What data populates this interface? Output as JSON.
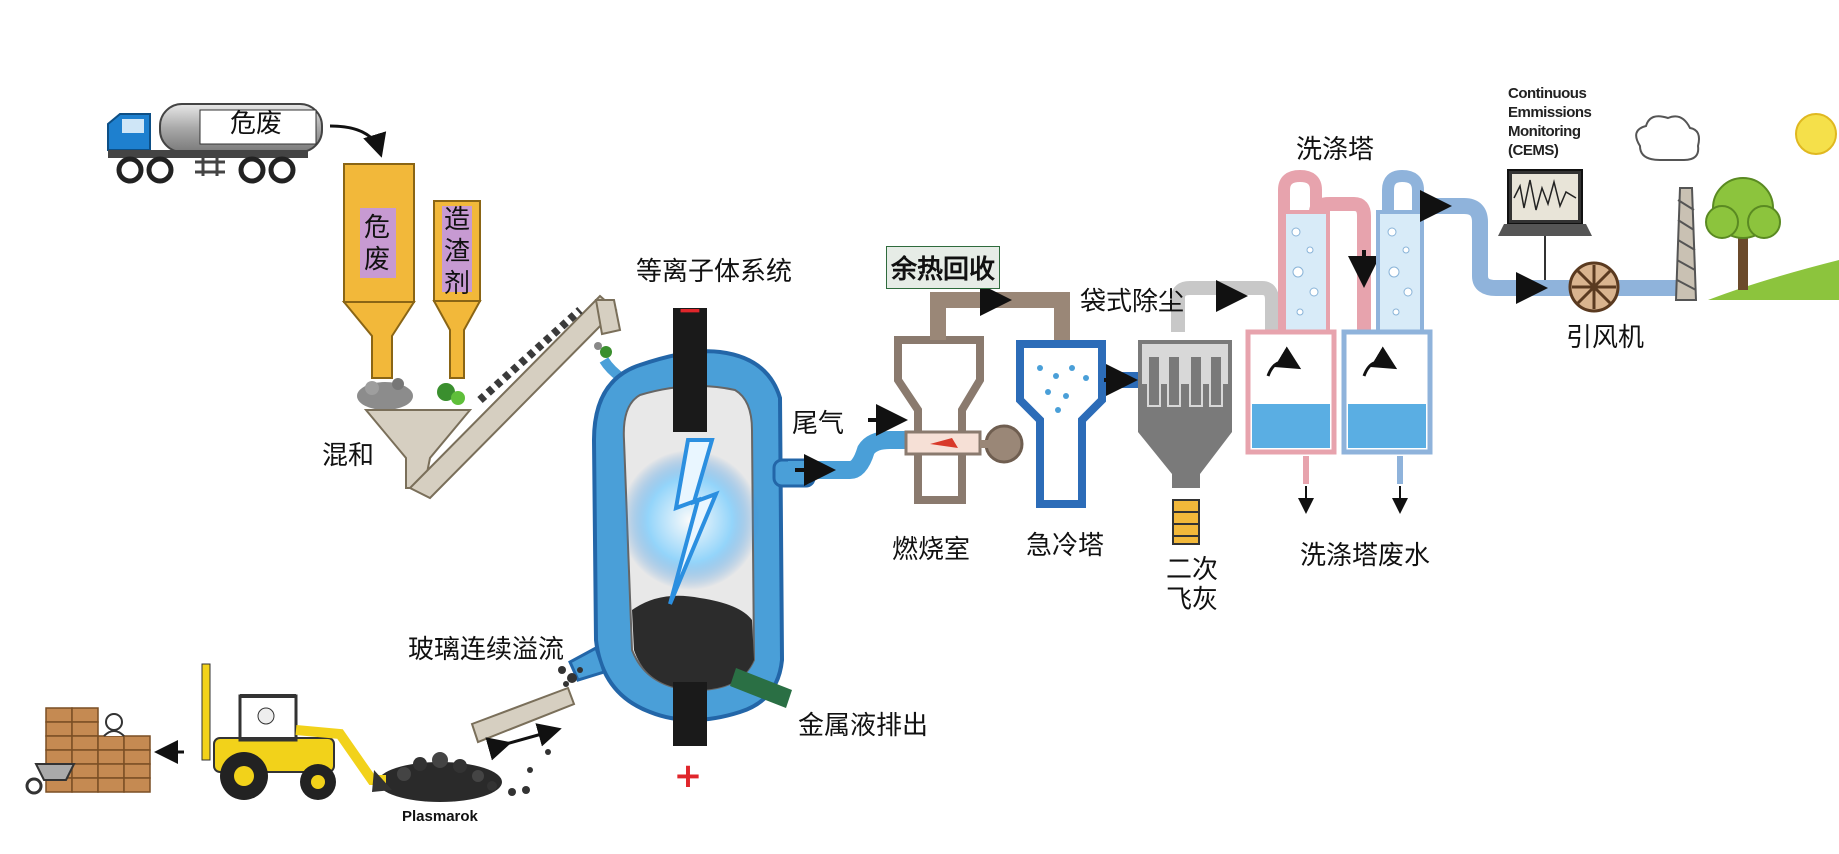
{
  "labels": {
    "truck": "危废",
    "bin_waste": [
      "危",
      "废"
    ],
    "bin_slag": [
      "造",
      "渣",
      "剂"
    ],
    "mixing": "混和",
    "plasma_system": "等离子体系统",
    "tail_gas": "尾气",
    "heat_recovery": "余热回收",
    "combustion": "燃烧室",
    "quench": "急冷塔",
    "baghouse": "袋式除尘",
    "fly_ash": [
      "二次",
      "飞灰"
    ],
    "scrubber": "洗涤塔",
    "scrubber_water": "洗涤塔废水",
    "fan": "引风机",
    "glass_overflow": "玻璃连续溢流",
    "metal_discharge": "金属液排出",
    "plasmarok": "Plasmarok",
    "cems": [
      "Continuous",
      "Emmissions",
      "Monitoring",
      "(CEMS)"
    ],
    "minus": "−",
    "plus": "+"
  },
  "colors": {
    "reactor_blue": "#4a9fd8",
    "reactor_dark_blue": "#2366a8",
    "bin_yellow": "#f2b83a",
    "label_purple": "#c79ad2",
    "pipe_tan": "#9a8777",
    "pipe_pink": "#e7a3ad",
    "pipe_blue": "#8fb3db",
    "water_blue": "#5aaee3",
    "electrode": "#1a1a1a",
    "tree_green": "#8cc43d",
    "sun_yellow": "#f5e04a",
    "red_sign": "#e0262b"
  }
}
